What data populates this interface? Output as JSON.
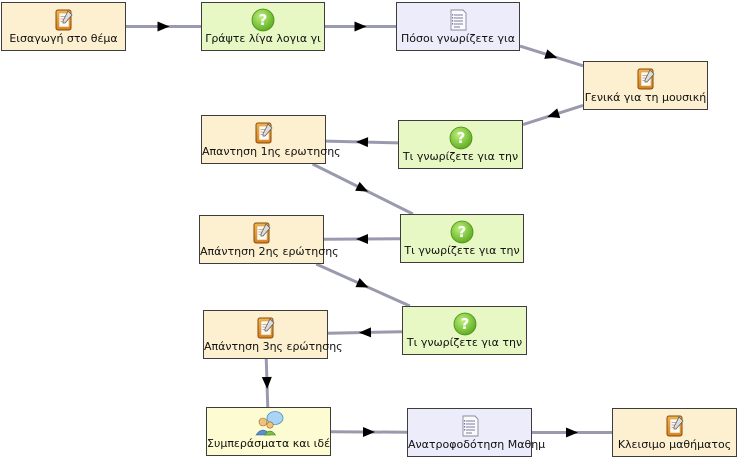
{
  "nodes": [
    {
      "id": "n1",
      "type": "activity",
      "icon": "notebook-icon",
      "label": "Εισαγωγή στο θέμα"
    },
    {
      "id": "n2",
      "type": "question",
      "icon": "question-icon",
      "label": "Γράψτε λίγα λογια γι"
    },
    {
      "id": "n3",
      "type": "survey",
      "icon": "survey-icon",
      "label": "Πόσοι γνωρίζετε για"
    },
    {
      "id": "n4",
      "type": "activity",
      "icon": "notebook-icon",
      "label": "Γενικά για τη μουσική"
    },
    {
      "id": "n5",
      "type": "question",
      "icon": "question-icon",
      "label": "Τι γνωρίζετε για την"
    },
    {
      "id": "n6",
      "type": "activity",
      "icon": "notebook-icon",
      "label": "Απαντηση 1ης ερωτησης"
    },
    {
      "id": "n7",
      "type": "question",
      "icon": "question-icon",
      "label": "Τι γνωρίζετε για την"
    },
    {
      "id": "n8",
      "type": "activity",
      "icon": "notebook-icon",
      "label": "Απάντηση 2ης ερώτησης"
    },
    {
      "id": "n9",
      "type": "question",
      "icon": "question-icon",
      "label": "Τι γνωρίζετε για την"
    },
    {
      "id": "n10",
      "type": "activity",
      "icon": "notebook-icon",
      "label": "Απάντηση 3ης ερώτησης"
    },
    {
      "id": "n11",
      "type": "forum",
      "icon": "chat-icon",
      "label": "Συμπεράσματα και ιδέ"
    },
    {
      "id": "n12",
      "type": "survey",
      "icon": "survey-icon",
      "label": "Ανατροφοδότηση Μαθημ"
    },
    {
      "id": "n13",
      "type": "activity",
      "icon": "notebook-icon",
      "label": "Κλεισιμο μαθήματος"
    }
  ],
  "edges": [
    {
      "from": "n1",
      "to": "n2"
    },
    {
      "from": "n2",
      "to": "n3"
    },
    {
      "from": "n3",
      "to": "n4"
    },
    {
      "from": "n4",
      "to": "n5"
    },
    {
      "from": "n5",
      "to": "n6"
    },
    {
      "from": "n6",
      "to": "n7"
    },
    {
      "from": "n7",
      "to": "n8"
    },
    {
      "from": "n8",
      "to": "n9"
    },
    {
      "from": "n9",
      "to": "n10"
    },
    {
      "from": "n10",
      "to": "n11"
    },
    {
      "from": "n11",
      "to": "n12"
    },
    {
      "from": "n12",
      "to": "n13"
    }
  ],
  "colors": {
    "activity_fill": "#fdf0d0",
    "question_fill": "#e8f8c4",
    "survey_fill": "#ececfa",
    "forum_fill": "#fdfbd2",
    "border": "#3d3d3d",
    "edge": "#9a9aae"
  }
}
